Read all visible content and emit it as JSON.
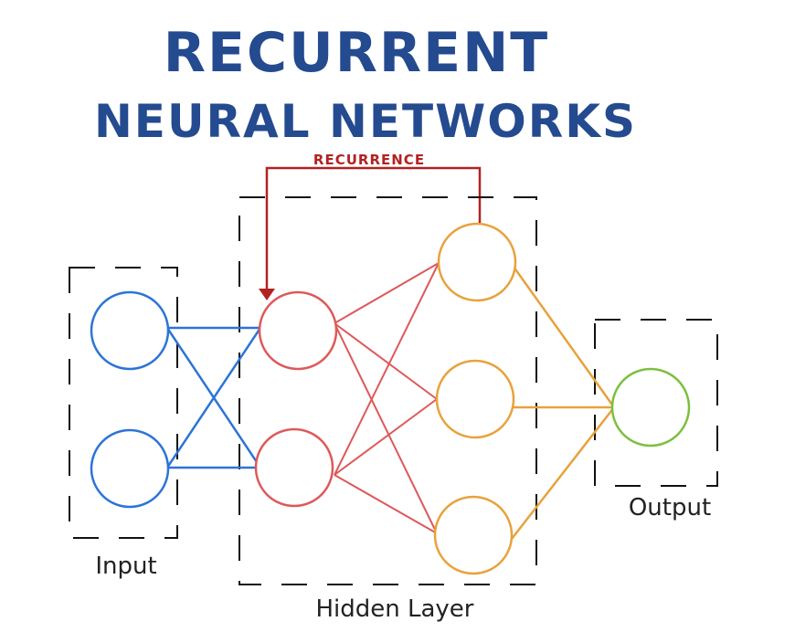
{
  "title": {
    "line1": "RECURRENT",
    "line2": "NEURAL NETWORKS"
  },
  "recurrence_label": "RECURRENCE",
  "layer_labels": {
    "input": "Input",
    "hidden": "Hidden Layer",
    "output": "Output"
  },
  "colors": {
    "title": "#244a8f",
    "input": "#2b74d8",
    "hidden_red": "#de5959",
    "hidden_orange": "#e8a23b",
    "output": "#7cbf3f",
    "recurrence": "#b22222",
    "dash": "#111111"
  }
}
